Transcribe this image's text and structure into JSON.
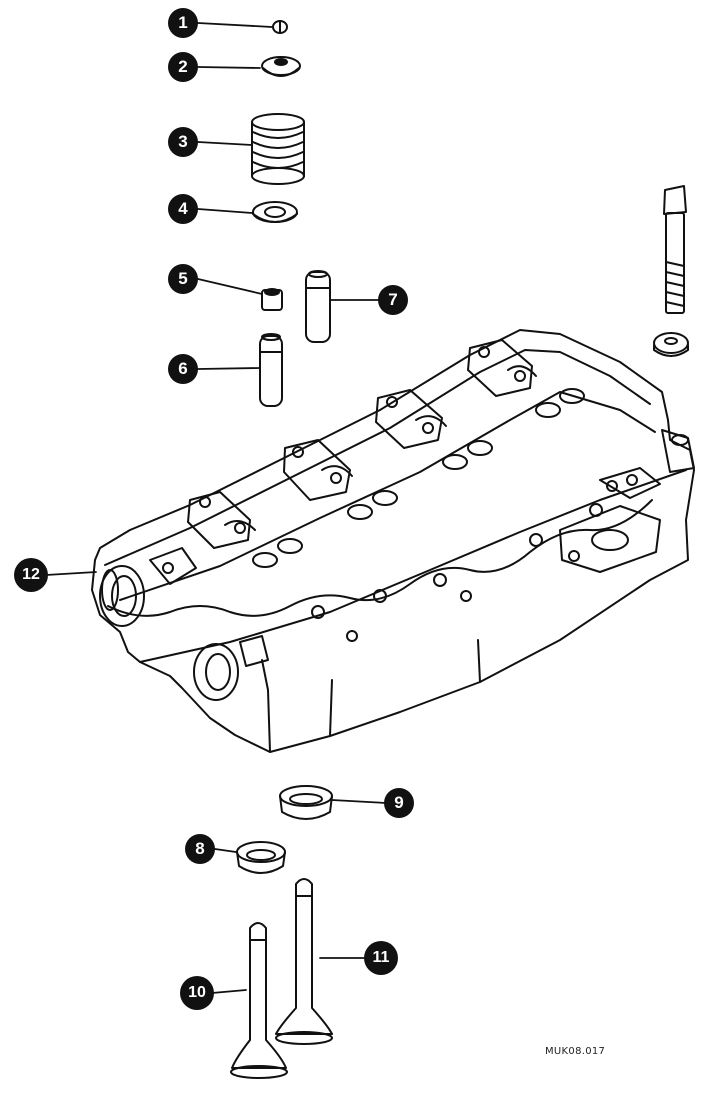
{
  "callouts": [
    {
      "id": "callout-1",
      "label": "1"
    },
    {
      "id": "callout-2",
      "label": "2"
    },
    {
      "id": "callout-3",
      "label": "3"
    },
    {
      "id": "callout-4",
      "label": "4"
    },
    {
      "id": "callout-5",
      "label": "5"
    },
    {
      "id": "callout-6",
      "label": "6"
    },
    {
      "id": "callout-7",
      "label": "7"
    },
    {
      "id": "callout-8",
      "label": "8"
    },
    {
      "id": "callout-9",
      "label": "9"
    },
    {
      "id": "callout-10",
      "label": "10"
    },
    {
      "id": "callout-11",
      "label": "11"
    },
    {
      "id": "callout-12",
      "label": "12"
    }
  ],
  "reference_code": "MUK08.017",
  "colors": {
    "ink": "#111111",
    "paper": "#ffffff"
  }
}
